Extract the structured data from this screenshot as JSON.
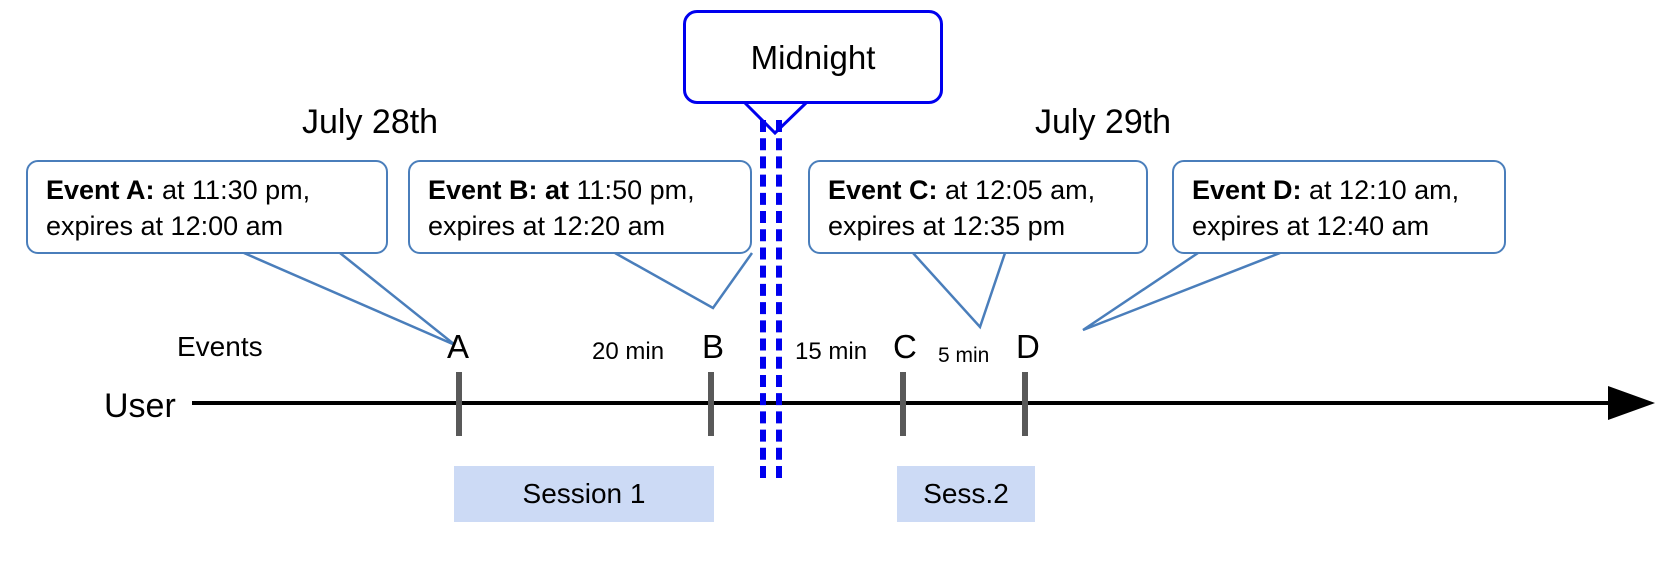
{
  "diagram": {
    "title": "Session and event timeline across midnight",
    "accent_blue": "#4a7ebb",
    "strong_blue": "#0000ee",
    "session_fill": "#ccdaf5",
    "tick_color": "#595959",
    "axis_color": "#000000"
  },
  "dates": {
    "left": "July 28th",
    "right": "July 29th"
  },
  "midnight": {
    "label": "Midnight"
  },
  "rows": {
    "events_label": "Events",
    "user_label": "User"
  },
  "callouts": [
    {
      "id": "event-a",
      "bold_lead": "Event A:",
      "line1_rest": " at 11:30 pm,",
      "line2": "expires at 12:00 am"
    },
    {
      "id": "event-b",
      "bold_lead": "Event B: at",
      "line1_rest": " 11:50 pm,",
      "line2": "expires at 12:20 am"
    },
    {
      "id": "event-c",
      "bold_lead": "Event C:",
      "line1_rest": " at 12:05 am,",
      "line2": "expires at 12:35 pm"
    },
    {
      "id": "event-d",
      "bold_lead": "Event D:",
      "line1_rest": "  at 12:10 am,",
      "line2": "expires at 12:40 am"
    }
  ],
  "ticks": [
    {
      "id": "tick-a",
      "letter": "A"
    },
    {
      "id": "tick-b",
      "letter": "B"
    },
    {
      "id": "tick-c",
      "letter": "C"
    },
    {
      "id": "tick-d",
      "letter": "D"
    }
  ],
  "gaps": [
    {
      "id": "gap-ab",
      "label": "20 min"
    },
    {
      "id": "gap-bc",
      "label": "15 min"
    },
    {
      "id": "gap-cd",
      "label": "5 min"
    }
  ],
  "sessions": [
    {
      "id": "session-1",
      "label": "Session 1"
    },
    {
      "id": "session-2",
      "label": "Sess.2"
    }
  ],
  "chart_data": {
    "type": "timeline",
    "title": "Session and event timeline across midnight",
    "axis": {
      "name": "User",
      "direction": "left-to-right",
      "arrow": true
    },
    "boundary": {
      "label": "Midnight",
      "style": "double-dashed",
      "color": "#0000ee"
    },
    "day_labels": [
      "July 28th",
      "July 29th"
    ],
    "events": [
      {
        "name": "A",
        "at": "11:30 pm",
        "expires": "12:00 am",
        "day": "July 28th"
      },
      {
        "name": "B",
        "at": "11:50 pm",
        "expires": "12:20 am",
        "day": "July 28th"
      },
      {
        "name": "C",
        "at": "12:05 am",
        "expires": "12:35 pm",
        "day": "July 29th"
      },
      {
        "name": "D",
        "at": "12:10 am",
        "expires": "12:40 am",
        "day": "July 29th"
      }
    ],
    "intervals": [
      {
        "from": "A",
        "to": "B",
        "label": "20 min"
      },
      {
        "from": "B",
        "to": "C",
        "label": "15 min"
      },
      {
        "from": "C",
        "to": "D",
        "label": "5 min"
      }
    ],
    "sessions": [
      {
        "label": "Session 1",
        "spans": [
          "A",
          "B"
        ]
      },
      {
        "label": "Sess.2",
        "spans": [
          "C",
          "D"
        ]
      }
    ]
  }
}
